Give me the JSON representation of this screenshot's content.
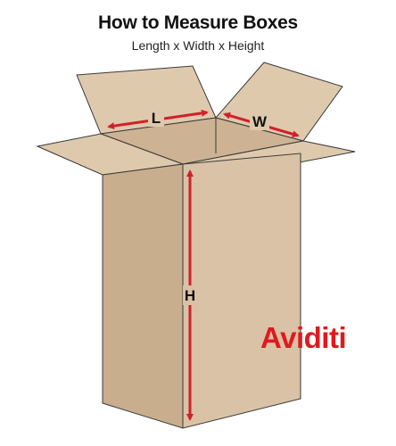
{
  "header": {
    "title": "How to Measure Boxes",
    "subtitle": "Length x Width x Height"
  },
  "dimensions": {
    "length_label": "L",
    "width_label": "W",
    "height_label": "H"
  },
  "brand": {
    "name": "Aviditi"
  },
  "colors": {
    "cardboard_front": "#d9c2a5",
    "cardboard_side": "#c8ae8d",
    "cardboard_flap": "#dfc9ad",
    "cardboard_inner": "#cdb394",
    "outline": "#3a3a3a",
    "arrow": "#d0202a",
    "brand": "#e0191f"
  }
}
